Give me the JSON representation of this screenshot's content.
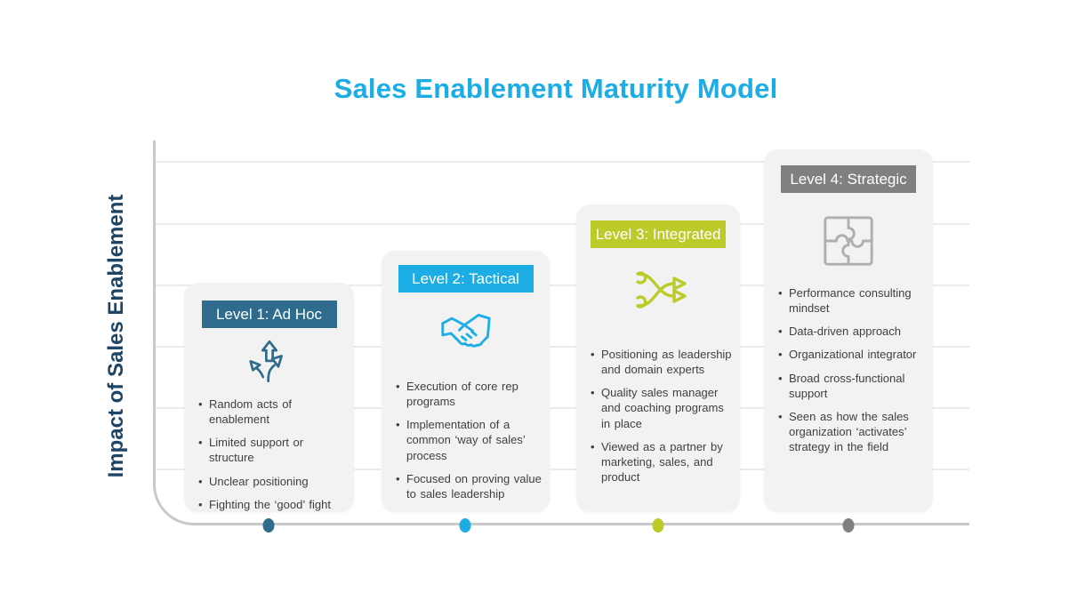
{
  "title": "Sales Enablement Maturity Model",
  "y_axis_label": "Impact of Sales Enablement",
  "colors": {
    "title": "#1CADE4",
    "y_axis_label": "#1F4566",
    "axis": "#C9C9C9",
    "gridline": "#EBEBEB",
    "card_background": "#F2F2F2",
    "bullet_text": "#3F3F3F"
  },
  "levels": [
    {
      "label": "Level 1: Ad Hoc",
      "color": "#2E6B8C",
      "icon": "branching-arrows-icon",
      "bullets": [
        "Random acts of enablement",
        "Limited support or structure",
        "Unclear positioning",
        "Fighting the ‘good’ fight"
      ]
    },
    {
      "label": "Level 2: Tactical",
      "color": "#1CADE4",
      "icon": "handshake-icon",
      "bullets": [
        "Execution of core rep programs",
        "Implementation of a common ‘way of sales’ process",
        "Focused on proving value to sales leadership"
      ]
    },
    {
      "label": "Level 3: Integrated",
      "color": "#BCCB2A",
      "icon": "shuffle-arrows-icon",
      "bullets": [
        "Positioning as leadership and domain experts",
        "Quality sales manager and coaching programs in place",
        "Viewed as a partner by marketing, sales, and product"
      ]
    },
    {
      "label": "Level 4: Strategic",
      "color": "#808080",
      "icon": "puzzle-icon",
      "bullets": [
        "Performance consulting mindset",
        "Data-driven approach",
        "Organizational integrator",
        "Broad cross-functional support",
        "Seen as how the sales organization ‘activates’ strategy in the field"
      ]
    }
  ]
}
